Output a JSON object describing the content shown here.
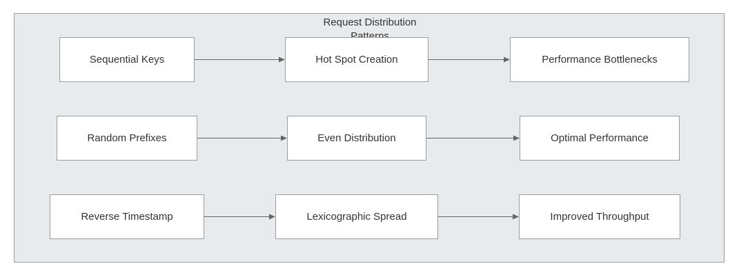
{
  "diagram": {
    "cluster_title": "Request Distribution Patterns",
    "rows": [
      {
        "nodes": [
          {
            "id": "sequential-keys",
            "label": "Sequential Keys"
          },
          {
            "id": "hot-spot-creation",
            "label": "Hot Spot Creation"
          },
          {
            "id": "performance-bottlenecks",
            "label": "Performance Bottlenecks"
          }
        ]
      },
      {
        "nodes": [
          {
            "id": "random-prefixes",
            "label": "Random Prefixes"
          },
          {
            "id": "even-distribution",
            "label": "Even Distribution"
          },
          {
            "id": "optimal-performance",
            "label": "Optimal Performance"
          }
        ]
      },
      {
        "nodes": [
          {
            "id": "reverse-timestamp",
            "label": "Reverse Timestamp"
          },
          {
            "id": "lexicographic-spread",
            "label": "Lexicographic Spread"
          },
          {
            "id": "improved-throughput",
            "label": "Improved Throughput"
          }
        ]
      }
    ],
    "edges": [
      {
        "from": "sequential-keys",
        "to": "hot-spot-creation"
      },
      {
        "from": "hot-spot-creation",
        "to": "performance-bottlenecks"
      },
      {
        "from": "random-prefixes",
        "to": "even-distribution"
      },
      {
        "from": "even-distribution",
        "to": "optimal-performance"
      },
      {
        "from": "reverse-timestamp",
        "to": "lexicographic-spread"
      },
      {
        "from": "lexicographic-spread",
        "to": "improved-throughput"
      }
    ],
    "colors": {
      "cluster_fill": "#e8ebee",
      "cluster_border": "#9a9a9a",
      "node_fill": "#ffffff",
      "node_border": "#9c9c9c",
      "edge": "#666666",
      "text": "#333333"
    }
  }
}
